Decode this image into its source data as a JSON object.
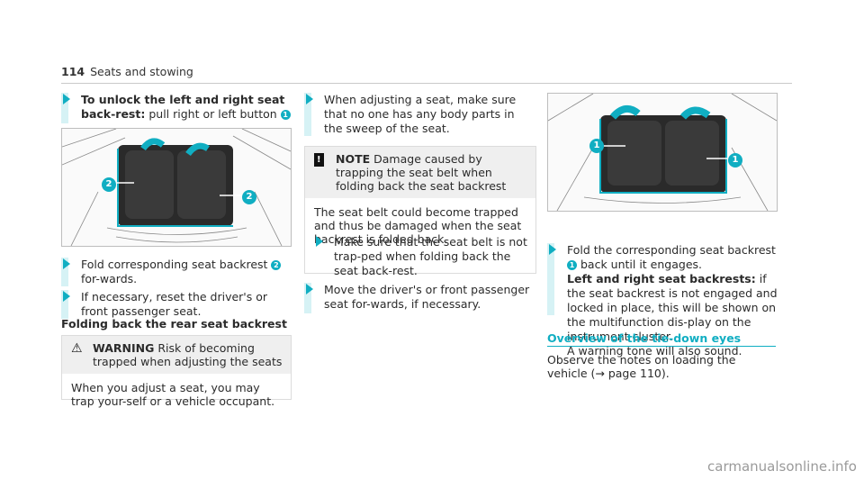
{
  "header": {
    "page_number": "114",
    "section": "Seats and stowing"
  },
  "col1": {
    "step1": {
      "bold": "To unlock the left and right seat back-rest:",
      "text": "pull right or left button",
      "badge": "1",
      "end": "."
    },
    "callouts": [
      "2",
      "2"
    ],
    "step2": {
      "text": "Fold corresponding seat backrest",
      "badge": "2",
      "text2": "for-wards."
    },
    "step3": {
      "text": "If necessary, reset the driver's or front passenger seat."
    },
    "heading": "Folding back the rear seat backrest",
    "warning": {
      "label": "WARNING",
      "title": "Risk of becoming trapped when adjusting the seats",
      "body": "When you adjust a seat, you may trap your-self or a vehicle occupant."
    }
  },
  "col2": {
    "step1": {
      "text": "When adjusting a seat, make sure that no one has any body parts in the sweep of the seat."
    },
    "note": {
      "label": "NOTE",
      "title": "Damage caused by trapping the seat belt when folding back the seat backrest",
      "body": "The seat belt could become trapped and thus be damaged when the seat backrest is folded back.",
      "step": "Make sure that the seat belt is not trap-ped when folding back the seat back-rest."
    },
    "step2": {
      "text": "Move the driver's or front passenger seat for-wards, if necessary."
    }
  },
  "col3": {
    "callouts": [
      "1",
      "1"
    ],
    "step1": {
      "text": "Fold the corresponding seat backrest",
      "badge": "1",
      "text2": "back until it engages.",
      "bold": "Left and right seat backrests:",
      "text3": "if the seat backrest is not engaged and locked in place, this will be shown on the multifunction dis-play on the instrument cluster.",
      "text4": "A warning tone will also sound."
    },
    "heading": "Overview of the tie-down eyes",
    "para": "Observe the notes on loading the vehicle (→ page 110)."
  },
  "watermark": "carmanualsonline.info",
  "colors": {
    "accent": "#10aec2"
  }
}
